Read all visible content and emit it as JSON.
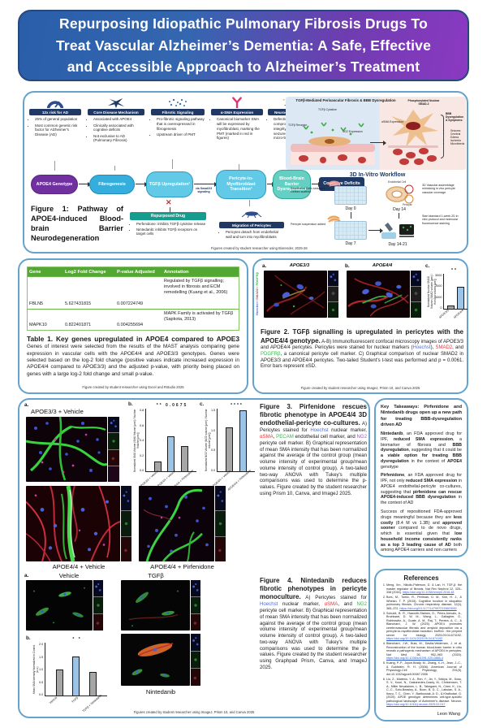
{
  "poster": {
    "title_lines": [
      "Repurposing Idiopathic Pulmonary Fibrosis Drugs To",
      "Treat Vascular Alzheimer’s Dementia: A Safe, Effective",
      "and Accessible Approach to Alzheimer’s Treatment"
    ],
    "author": "Leon Wang"
  },
  "fig1": {
    "caption": "Figure 1: Pathway of APOE4-induced Blood-brain Barrier Neurodegeneration",
    "credit": "Figures created by student researcher using Biorender, 2025-26",
    "block_x": "✕",
    "boxes": [
      {
        "title": "12x risk for AD",
        "bullets": [
          "25% of general population",
          "Most common genetic risk factor for Alzheimer's Disease (AD)"
        ]
      },
      {
        "title": "Core Disease Mechanism",
        "bullets": [
          "Associated with APOE4",
          "Clinically associated with cognitive deficits",
          "Not exclusive to AD (Pulmonary Fibrosis)"
        ]
      },
      {
        "title": "Fibrotic Signaling",
        "bullets": [
          "Pro-fibrotic signaling pathway that is overexpressed in fibrogenesis",
          "Upstream driver of PMT"
        ]
      },
      {
        "title": "α-SMA Expression",
        "bullets": [
          "Canonical biomarker SMA will be expressed by myofibroblast, marking the PMT (marked in red in figures)"
        ]
      },
      {
        "title": "Neurodegeneration",
        "bullets": [
          "Defective PMT compromises BBB integrity, causing seizures, ischemia, and micro-bleeds"
        ]
      }
    ],
    "nodes": [
      "APOE4 Genotype",
      "Fibrogenesis",
      "TGFβ Upregulation¹",
      "Pericyte-to-Myofibroblast Transition¹",
      "Blood-Brain Barrier Dysregulation",
      "Cognitive Deficits"
    ],
    "edge_label": "via Smad2/3 signaling",
    "drug": {
      "title": "Repurposed Drug",
      "bullets": [
        "Perfenidone: inhibits TGFβ cytokine release",
        "Nintedanib: inhibits TGFβ receptors on target cells"
      ]
    },
    "migration": {
      "title": "Migration of Pericytes",
      "bullets": [
        "Pericytes detach from endothelial wall and turn into myofibroblasts"
      ]
    },
    "illustration": {
      "title": "TGFβ-Mediated Perivascular Fibrosis & BBB Dysregulation",
      "lbl_cytokine": "TGFβ Cytokine",
      "lbl_receptor": "TGFβ Receptor",
      "lbl_ng2": "NG2 Expression",
      "lbl_asma": "αSMA Expression",
      "lbl_smad": "Phosphorylated Nuclear SMAD-2",
      "symptoms_title": "BBB Dysregulation & Symptoms:",
      "symptoms": [
        "Seizures",
        "Cerebral Edema",
        "Ischemia",
        "Microbleeds"
      ]
    },
    "workflow": {
      "title": "3D In-Vitro Workflow",
      "left_notes": [
        "Endothelial Cells seeded in Geltrex scaffold",
        "Pericyte suspension added"
      ],
      "days": [
        "Day 0",
        "Day 7",
        "Day 14",
        "Day 14-21"
      ],
      "day14_labels": [
        "Endothelial Cell",
        "Pericyte"
      ],
      "right_notes": [
        "3D Vascular assemblage mimicking in vivo pericyte vascular coverage",
        "Start standard 1-week 2D in vitro protocol and molecular fluorescence staining"
      ]
    }
  },
  "table1": {
    "headers": [
      "Gene",
      "Log2 Fold Change",
      "P-value Adjusted",
      "Annotation"
    ],
    "rows": [
      {
        "gene": "FBLN5",
        "log2fc": "5.627431815",
        "pval": "0.007224749",
        "annotation": "Regulated by TGFβ signalling; involved in fibrosis and ECM remodelling (Kuang et al., 2006)"
      },
      {
        "gene": "MAPK10",
        "log2fc": "0.822401871",
        "pval": "0.004255694",
        "annotation": "MAPK Family is activated by TGFβ (Sapkota, 2013)"
      }
    ],
    "caption": [
      {
        "t": "Table 1. Key genes upregulated in APOE4 compared to APOE3",
        "b": true,
        "h": true
      },
      {
        "t": " Genes of interest were selected from the results of the MAST analysis comparing gene expression in vascular cells with the APOE4/4 and APOE3/3 genotypes. Genes were selected based on the log-2 fold change (positive values indicate increased expression in APOE4/4 compared to APOE3/3) and the adjusted p-value, with priority being placed on genes with a large log-2 fold change and small p-value."
      }
    ],
    "credit": "Figure created by student researcher using Excel and Rstudio 2025"
  },
  "fig2": {
    "panel_a": "a.",
    "panel_a_title": "APOE3/3",
    "panel_b": "b.",
    "panel_b_title": "APOE4/4",
    "panel_c": "c.",
    "stain_axis": [
      {
        "t": "Hoechst",
        "c": "#4a6fe0"
      },
      {
        "t": " / ",
        "c": "#777777"
      },
      {
        "t": "SMAD2",
        "c": "#e03a3a"
      },
      {
        "t": " / ",
        "c": "#777777"
      },
      {
        "t": "PDGFRβ",
        "c": "#3ab54a"
      }
    ],
    "caption": [
      {
        "t": "Figure 2. TGFβ signalling is upregulated in pericytes with the APOE4/4 genotype.",
        "b": true,
        "h": true
      },
      {
        "t": " A-B) Immunofluorescent confocal microscopy images of APOE3/3 and APOE4/4 pericytes. Pericytes were stained for nuclear markers ("
      },
      {
        "t": "Hoechst",
        "c": "#4a6fe0"
      },
      {
        "t": "), "
      },
      {
        "t": "SMAD2",
        "c": "#e03a3a"
      },
      {
        "t": ", and "
      },
      {
        "t": "PDGFRβ",
        "c": "#3ab54a"
      },
      {
        "t": ", a canonical pericyte cell marker. C) Graphical comparison of nuclear SMAD2 in APOE3/3 and APOE4/4 pericytes. Two-tailed Student's t-test was performed and p = 0.0061. Error bars represent ±SD."
      }
    ],
    "credit": "Figure created by student researcher using ImageJ, Prism 10, and Canva 2025"
  },
  "fig3": {
    "label_a": "a.",
    "label_b": "b.",
    "label_c": "c.",
    "img1": "APOE3/3 + Vehicle",
    "img2": "APOE4/4 + Vehicle",
    "img3": "APOE4/4 + Pirfenidone",
    "caption": [
      {
        "t": "Figure 3. Pirfenidone rescues fibrotic phenotype in APOE4/4 3D endothelial-pericyte co-cultures.",
        "b": true,
        "h": true
      },
      {
        "t": " A) Pericytes stained for "
      },
      {
        "t": "Hoechst",
        "c": "#4a6fe0"
      },
      {
        "t": " nuclear marker, "
      },
      {
        "t": "αSMA",
        "c": "#e03a3a"
      },
      {
        "t": ", "
      },
      {
        "t": "PECAM",
        "c": "#3ab54a"
      },
      {
        "t": " endothelial cell marker, and "
      },
      {
        "t": "NG2",
        "c": "#9b59b6"
      },
      {
        "t": " pericyte cell marker. B) Graphical representation of mean SMA intensity that has been normalized against the average of the control group (mean volume intensity of experimental group/mean volume intensity of control group). A two-tailed two-way ANOVA with Tukey's multiple comparisons was used to determine the p-values. Figure created by the student researcher using Prism 10, Canva, and ImageJ 2025."
      }
    ]
  },
  "fig4": {
    "label_a": "a.",
    "label_b": "b.",
    "img1": "Vehicle",
    "img2": "TGFβ",
    "img3": "Nintedanib",
    "caption": [
      {
        "t": "Figure 4. Nintedanib reduces fibrotic phenotypes in pericyte monoculture.",
        "b": true,
        "h": true
      },
      {
        "t": " A) Pericytes stained for "
      },
      {
        "t": "Hoechst",
        "c": "#4a6fe0"
      },
      {
        "t": " nuclear marker, "
      },
      {
        "t": "αSMA",
        "c": "#e03a3a"
      },
      {
        "t": ", and "
      },
      {
        "t": "NG2",
        "c": "#3ab54a"
      },
      {
        "t": " pericyte cell marker. B) Graphical representation of mean SMA intensity that has been normalized against the average of the control group (mean volume intensity of experimental group/mean volume intensity of control group). A two-tailed two-way ANOVA with Tukey's multiple comparisons was used to determine the p-values. Figure created by the student researcher using Graphpad Prism, Canva, and ImageJ 2025."
      }
    ]
  },
  "fig34_credit": "Figures created by student researcher using ImageJ, Prism 10, and Canva 2025",
  "takeaways": {
    "title": "Key Takeaways: Pirfenidone and Nintedanib drugs open up a new path for treating BBB-dysregulation driven AD",
    "p1": [
      {
        "t": "Nintedanib",
        "b": true
      },
      {
        "t": ", an FDA approved drug for IPF, "
      },
      {
        "t": "reduced SMA expression",
        "b": true
      },
      {
        "t": ", a biomarker of fibrosis and "
      },
      {
        "t": "BBB dysregulation",
        "b": true
      },
      {
        "t": ", suggesting that it could be "
      },
      {
        "t": "a viable option for treating BBB dysregulation",
        "b": true
      },
      {
        "t": " in the context of "
      },
      {
        "t": "APOE4",
        "b": true
      },
      {
        "t": " genotype"
      }
    ],
    "p2": [
      {
        "t": "Pirfenidone",
        "b": true
      },
      {
        "t": ", an FDA approved drug for IPF, not only "
      },
      {
        "t": "reduced SMA expression",
        "b": true
      },
      {
        "t": " in APOE4 endothelial-pericyte co-cultures, suggesting that "
      },
      {
        "t": "pirfenidone can rescue APOE4-induced BBB dysregulation",
        "b": true
      },
      {
        "t": " in the context of AD"
      }
    ],
    "p3": [
      {
        "t": "Success of repositioned FDA-approved drugs meaningful because they are "
      },
      {
        "t": "less costly",
        "b": true
      },
      {
        "t": " (8.4 M vs 1.3B) and "
      },
      {
        "t": "approved sooner",
        "b": true
      },
      {
        "t": " compared to de novo drugs, which is essential given that "
      },
      {
        "t": "low household income consistently ranks as a top 3 leading cause of AD",
        "b": true
      },
      {
        "t": " both among APOE4 carriers and non carriers"
      }
    ]
  },
  "references": {
    "title": "References",
    "items": [
      {
        "t": "Meng, Xm., Nikolic-Paterson, D. & Lan, H. TGF-β: the master regulator of fibrosis. Nat Rev Nephrol 12, 325–338 (2016).",
        "l": "https://doi.org/10.1038/nrneph.2016.48"
      },
      {
        "t": "Bors, M., Tomic, R., Perlman, D. M., Kim, H. J., & Whelan, T. P. (2015). Cognitive function in idiopathic pulmonary fibrosis. Chronic respiratory disease, 12(4), 365–372.",
        "l": "https://doi.org/10.1177/1479972315603552"
      },
      {
        "t": "Schuldt, B. R., Haworth-Staines, D., Perez-Arevalo, A., Broekaart, D. W. M., Wang, L., Gallagher, G., Rabinowitz, A., Goate, A. M., Raj, T., Pereira, A. C., & Blanchard, J. W. (2025). APOE4 promotes cerebrovascular fibrosis and amyloid deposition via a pericyte-to-myofibroblast transition. bioRxiv : the preprint server for biology, 2025.09.04.674192.",
        "l": "https://doi.org/10.1101/2025.09.04.674192"
      },
      {
        "t": "Blanchard, J.W., Bula, M., Davila-Velderrain, J. et al. Reconstruction of the human blood-brain barrier in vitro reveals a pathogenic mechanism of APOE4 in pericytes. Nat Med 26, 952–963 (2020).",
        "l": "https://doi.org/10.1038/s41591-020-0886-4"
      },
      {
        "t": "Kuang, P.-P., Joyce-Brady, M., Zhang, X.-H., Jean, J.-C., & Goldstein, R. H. (2006). American Journal of Physiology-Cell Physiology, 291(5). doi:10.1152/ajpcell.00087.2006",
        "l": ""
      },
      {
        "t": "Liu, Z., Martens, Y. A., Ren, Y., Jin, Y., Sekiya, M., Doss, S. V., Kouri, N., Castanedes-Casey, M., Christensen, T. A., Miller Nevalainen, L. B., Takegami, N., Chen, K., Liu, C.-C., Soto-Beasley, A., Boon, B. D. C., Labutan, S. A., Ikezu, T. C., Chen, Y., Bartkowiak, A. D., & Khafkotari, G. (2025). APOE genotype determines cell-type-specific pathological landscape of Alzheimer's disease. Neuron.",
        "l": "https://doi.org/10.1016/j.neuron.2025.02.017"
      }
    ]
  },
  "chart_data": [
    {
      "id": "fig2c",
      "type": "bar",
      "categories": [
        "APOE3/3",
        "APOE4/4"
      ],
      "values": [
        300,
        1900
      ],
      "colors": [
        "#a6a6a6",
        "#9dc3e6"
      ],
      "ylabel": "Normalized Nuclear SMAD Volume (SMAD volume [µm³] / Hoechst volume [µm³])",
      "ylim": [
        0,
        3000
      ],
      "yticks": [
        "3000",
        "2000",
        "1000",
        "0"
      ],
      "significance": [
        "**"
      ]
    },
    {
      "id": "fig3b",
      "type": "bar",
      "categories": [
        "APOE3/3 + Vehicle",
        "APOE4/4 + Vehicle",
        "APOE4/4 + Pirfenidone"
      ],
      "values": [
        0.12,
        0.45,
        0.32
      ],
      "colors": [
        "#a6a6a6",
        "#9dc3e6",
        "#a6a6a6"
      ],
      "ylabel": "Normalized SMA Volume (SMA Volume [µm³] / Nuclear Volume [µm³])",
      "ylim": [
        0,
        0.8
      ],
      "yticks": [
        "0.8",
        "0.6",
        "0.4",
        "0.2",
        "0.0"
      ],
      "significance": [
        "**",
        "0.0675"
      ]
    },
    {
      "id": "fig3c",
      "type": "bar",
      "categories": [
        "APOE4/4 + Vehicle",
        "APOE4/4 + Pirfenidone"
      ],
      "values": [
        1.05,
        1.45
      ],
      "colors": [
        "#a6a6a6",
        "#9dc3e6"
      ],
      "ylabel": "Normalized NG2 Volume (NG2 volume [µm³] / Nuclear volume [µm³])",
      "ylim": [
        0,
        1.5
      ],
      "yticks": [
        "1.5",
        "1.0",
        "0.5",
        "0.0"
      ],
      "significance": [
        "****"
      ]
    },
    {
      "id": "fig4b",
      "type": "bar",
      "categories": [
        "Vehicle",
        "TGFβ",
        "TGFβ + Nintedanib"
      ],
      "values": [
        1.0,
        1.48,
        0.88
      ],
      "colors": [
        "#a6a6a6",
        "#9dc3e6",
        "#a6a6a6"
      ],
      "ylabel": "Mean SMA Intensity Normalized to Control (a.u.)",
      "ylim": [
        0,
        2
      ],
      "yticks": [
        "2.0",
        "1.5",
        "1.0",
        "0.5",
        "0.0"
      ],
      "significance": [
        "*",
        "*"
      ]
    }
  ]
}
